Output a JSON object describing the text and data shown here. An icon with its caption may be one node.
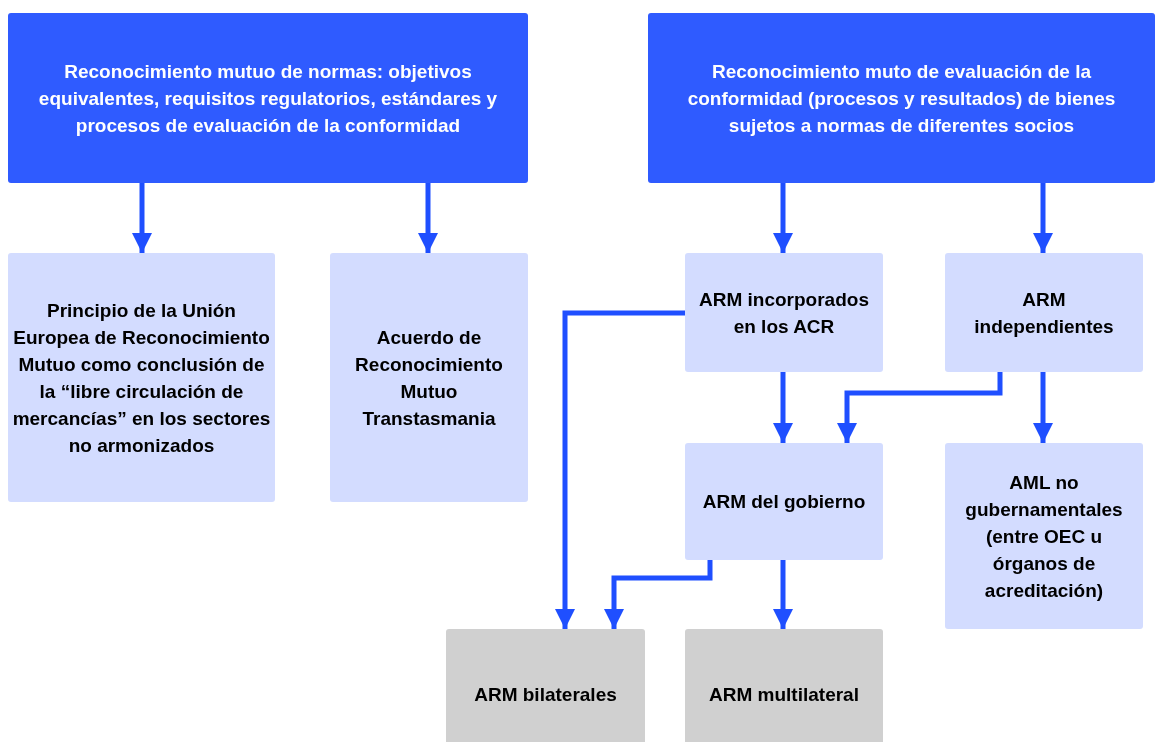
{
  "diagram": {
    "nodes": [
      {
        "text": [
          "Reconocimiento mutuo de normas: objetivos equivalentes, requisitos regulatorios, estándares y procesos de evaluación de la conformidad"
        ]
      },
      {
        "text": [
          "Reconocimiento muto de evaluación de la conformidad (procesos y resultados) de bienes sujetos a normas de diferentes socios"
        ]
      },
      {
        "text": [
          "Principio de la Unión Europea de Reconocimiento Mutuo como conclusión de la “libre circulación de mercancías” en los sectores no armonizados"
        ]
      },
      {
        "text": [
          "Acuerdo de Reconocimiento Mutuo Transtasmania"
        ]
      },
      {
        "text": [
          "ARM incorporados en los ACR"
        ]
      },
      {
        "text": [
          "ARM independientes"
        ]
      },
      {
        "text": [
          "ARM del gobierno"
        ]
      },
      {
        "text": [
          "AML no gubernamentales (entre OEC u órganos de acreditación)"
        ]
      },
      {
        "text": [
          "ARM bilaterales"
        ]
      },
      {
        "text": [
          "ARM multilateral"
        ]
      }
    ],
    "edges": [
      {
        "from": 0,
        "to": 2,
        "arrow": "to"
      },
      {
        "from": 0,
        "to": 3,
        "arrow": "to"
      },
      {
        "from": 1,
        "to": 4,
        "arrow": "to"
      },
      {
        "from": 1,
        "to": 5,
        "arrow": "to"
      },
      {
        "from": 4,
        "to": 8,
        "arrow": "to"
      },
      {
        "from": 4,
        "to": 6,
        "arrow": "to"
      },
      {
        "from": 5,
        "to": 6,
        "arrow": "to"
      },
      {
        "from": 5,
        "to": 7,
        "arrow": "to"
      },
      {
        "from": 6,
        "to": 8,
        "arrow": "to"
      },
      {
        "from": 6,
        "to": 9,
        "arrow": "to"
      }
    ]
  }
}
